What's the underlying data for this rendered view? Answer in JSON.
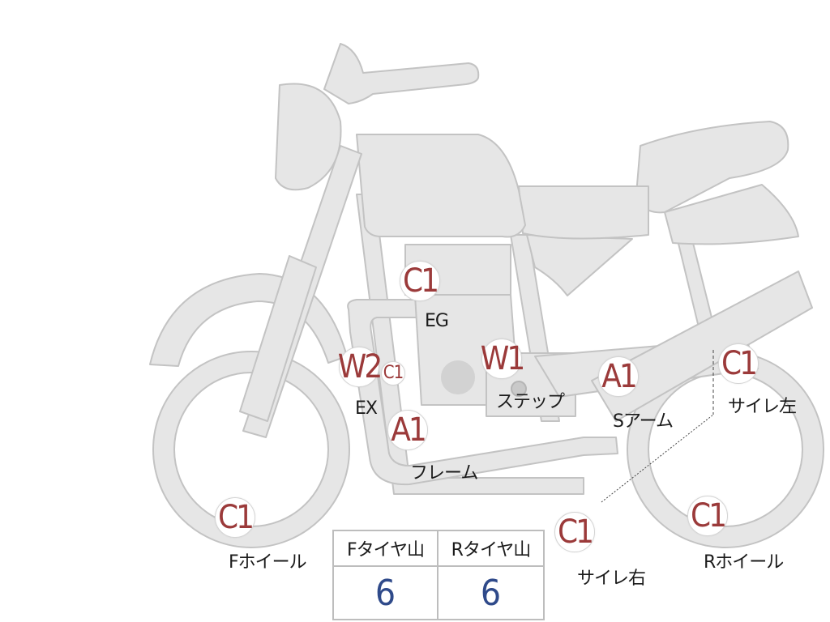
{
  "colors": {
    "body_fill": "#e6e6e6",
    "body_stroke": "#c3c3c3",
    "marker_text": "#9b3a3a",
    "value_text": "#2f4a8a"
  },
  "markers": {
    "eg": "C1",
    "ex_w": "W2",
    "ex_c": "C1",
    "step": "W1",
    "frame": "A1",
    "swingarm": "A1",
    "muffler_left": "C1",
    "muffler_right": "C1",
    "front_wheel": "C1",
    "rear_wheel": "C1"
  },
  "labels": {
    "eg": "EG",
    "ex": "EX",
    "step": "ステップ",
    "frame": "フレーム",
    "swingarm": "Sアーム",
    "muffler_left": "サイレ左",
    "muffler_right": "サイレ右",
    "front_wheel": "Fホイール",
    "rear_wheel": "Rホイール"
  },
  "tread": {
    "front_label": "Fタイヤ山",
    "rear_label": "Rタイヤ山",
    "front_value": "6",
    "rear_value": "6"
  }
}
